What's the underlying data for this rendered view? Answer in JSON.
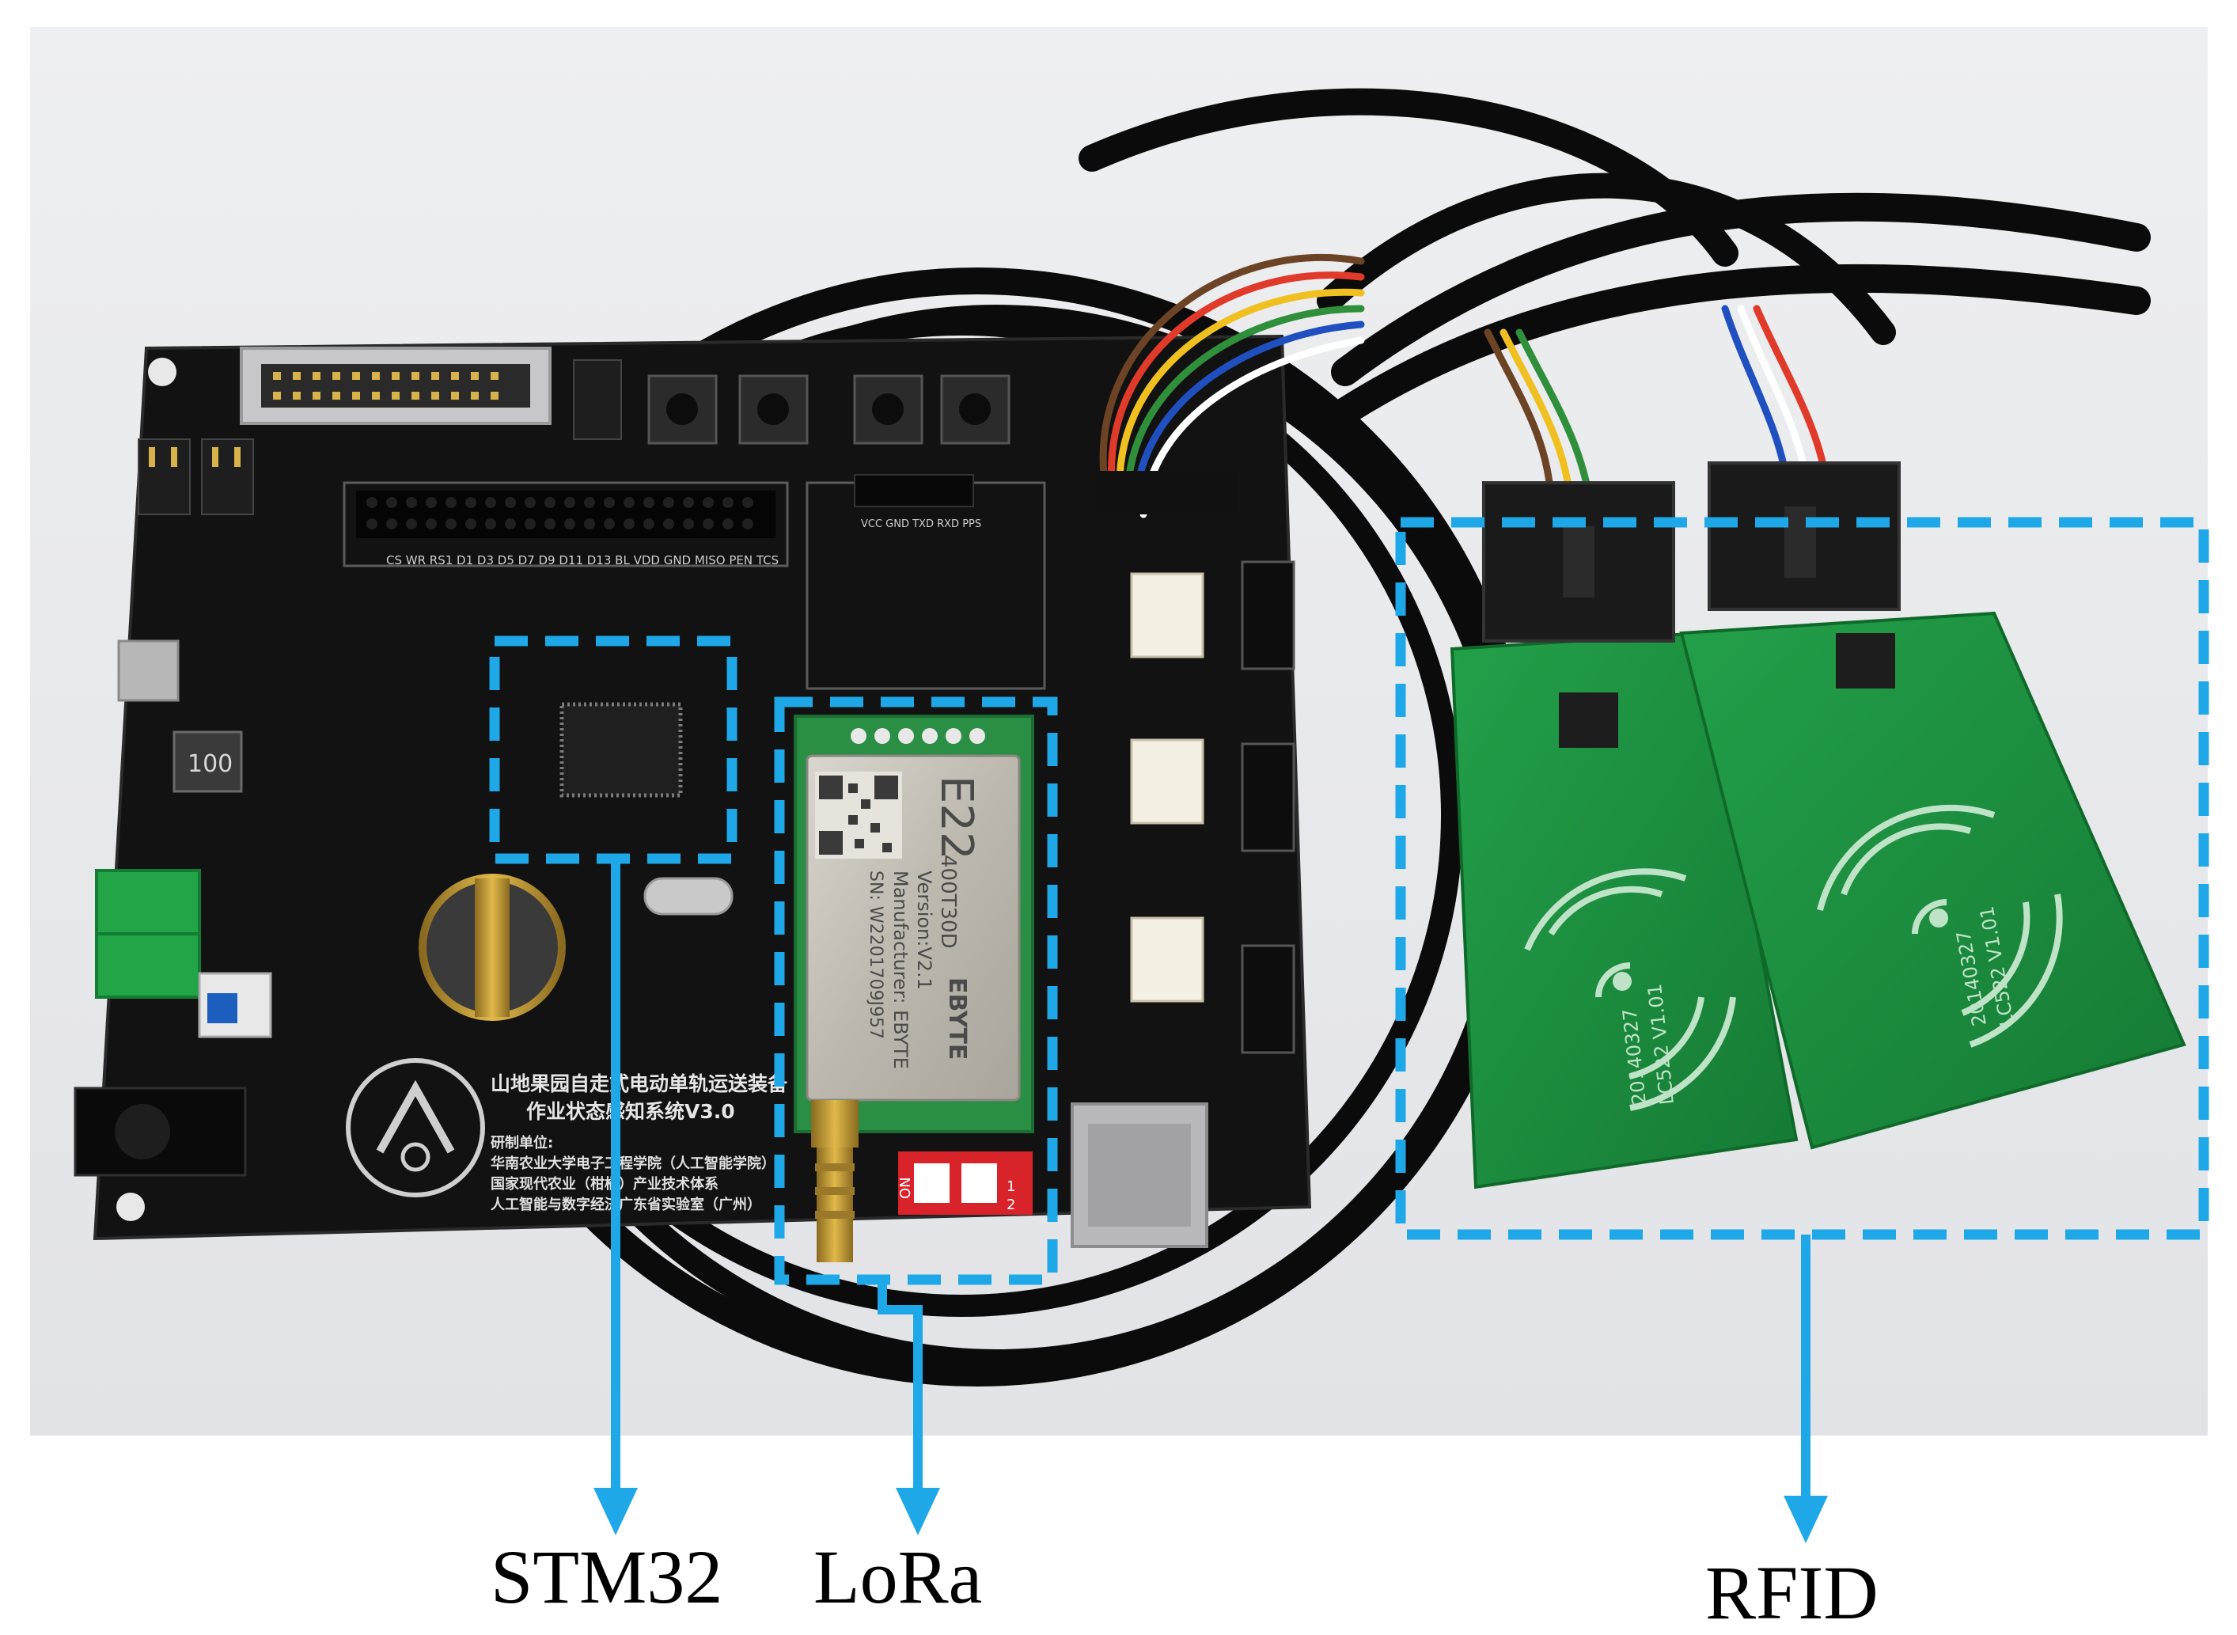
{
  "labels": {
    "stm32": "STM32",
    "lora": "LoRa",
    "rfid": "RFID"
  },
  "board": {
    "title_line1": "山地果园自走式电动单轨运送装备",
    "title_line2": "作业状态感知系统V3.0",
    "maker_heading": "研制单位:",
    "maker_line1": "华南农业大学电子工程学院（人工智能学院）",
    "maker_line2": "国家现代农业（柑橘）产业技术体系",
    "maker_line3": "人工智能与数字经济广东省实验室（广州）",
    "inductor_mark": "100",
    "header_pins": "CS WR RS1 D1 D3 D5 D7 D9 D11 D13 BL VDD GND MISO PEN TCS",
    "lora_pins": "VCC GND TXD RXD PPS"
  },
  "lora_module": {
    "model": "E22",
    "variant": "400T30D",
    "version": "Version:V2.1",
    "manufacturer": "Manufacturer: EBYTE",
    "serial": "SN: W2201709J957",
    "brand": "EBYTE"
  },
  "rfid_modules": {
    "model": "LC522 V1.01",
    "date": "20140327"
  },
  "dip_switch": {
    "on": "ON",
    "pos1": "1",
    "pos2": "2"
  },
  "colors": {
    "callout": "#1FA8E8",
    "pcb_black": "#121212",
    "pcb_green": "#1d8a3a",
    "background": "#e9eaec"
  }
}
